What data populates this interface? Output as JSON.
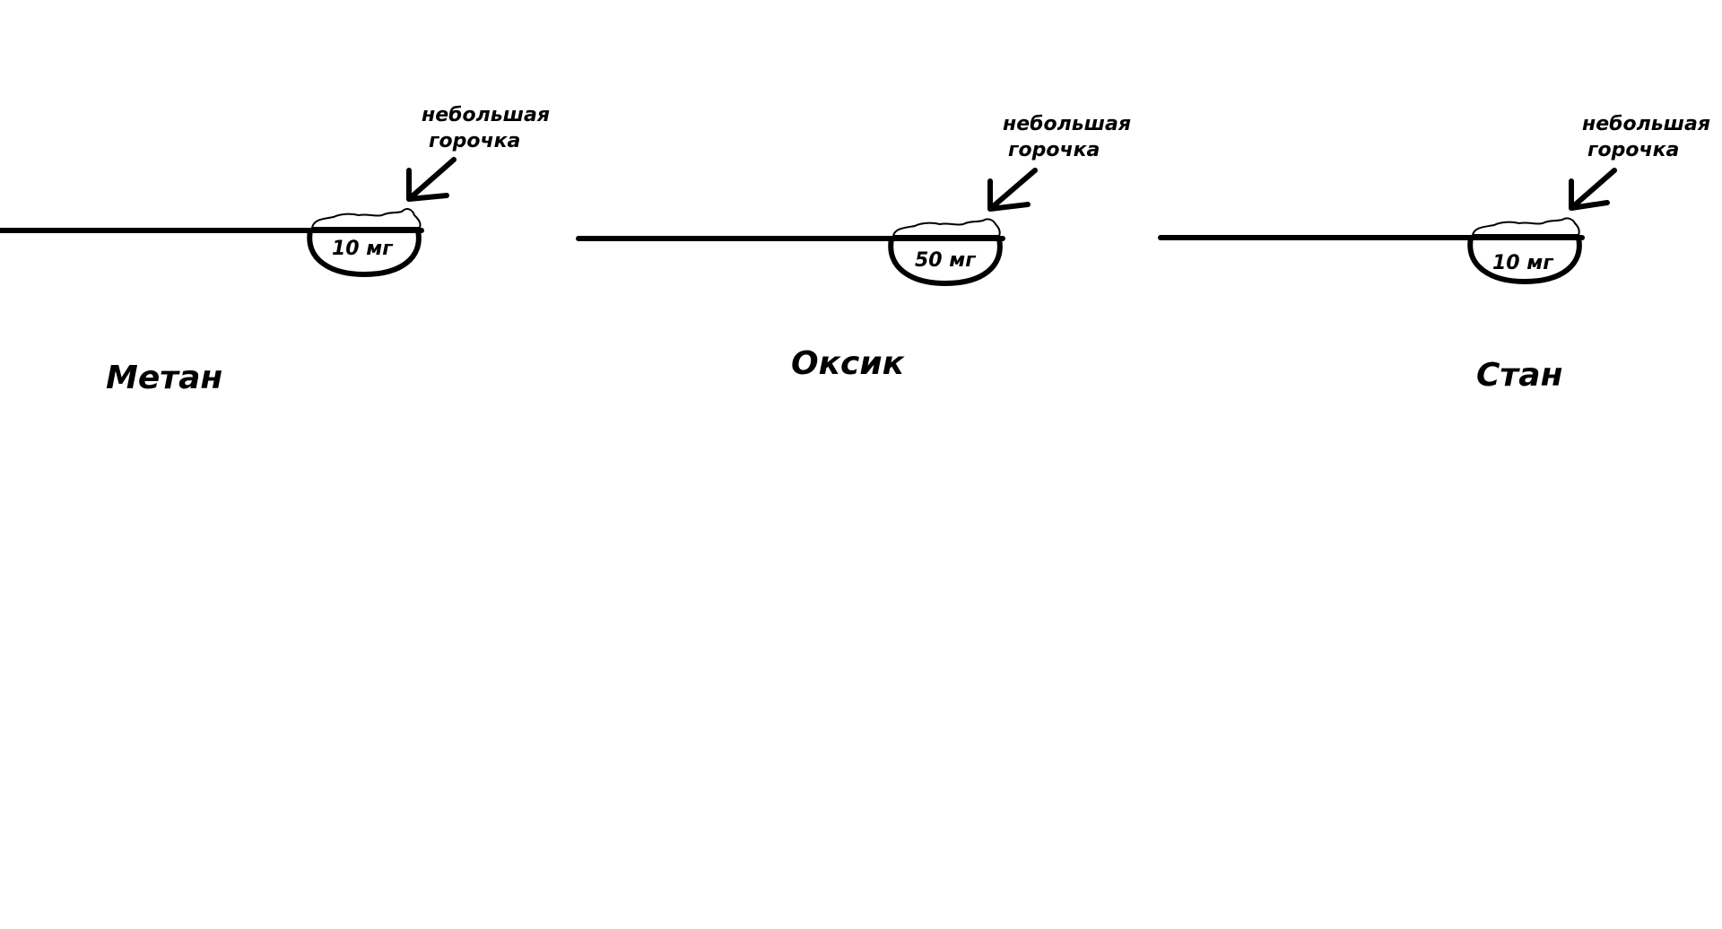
{
  "diagram": {
    "title": "",
    "items": [
      {
        "name": "Метан",
        "amount": "10 мг",
        "note_line1": "небольшая",
        "note_line2": "горочка"
      },
      {
        "name": "Оксик",
        "amount": "50 мг",
        "note_line1": "небольшая",
        "note_line2": "горочка"
      },
      {
        "name": "Стан",
        "amount": "10 мг",
        "note_line1": "небольшая",
        "note_line2": "горочка"
      }
    ]
  }
}
